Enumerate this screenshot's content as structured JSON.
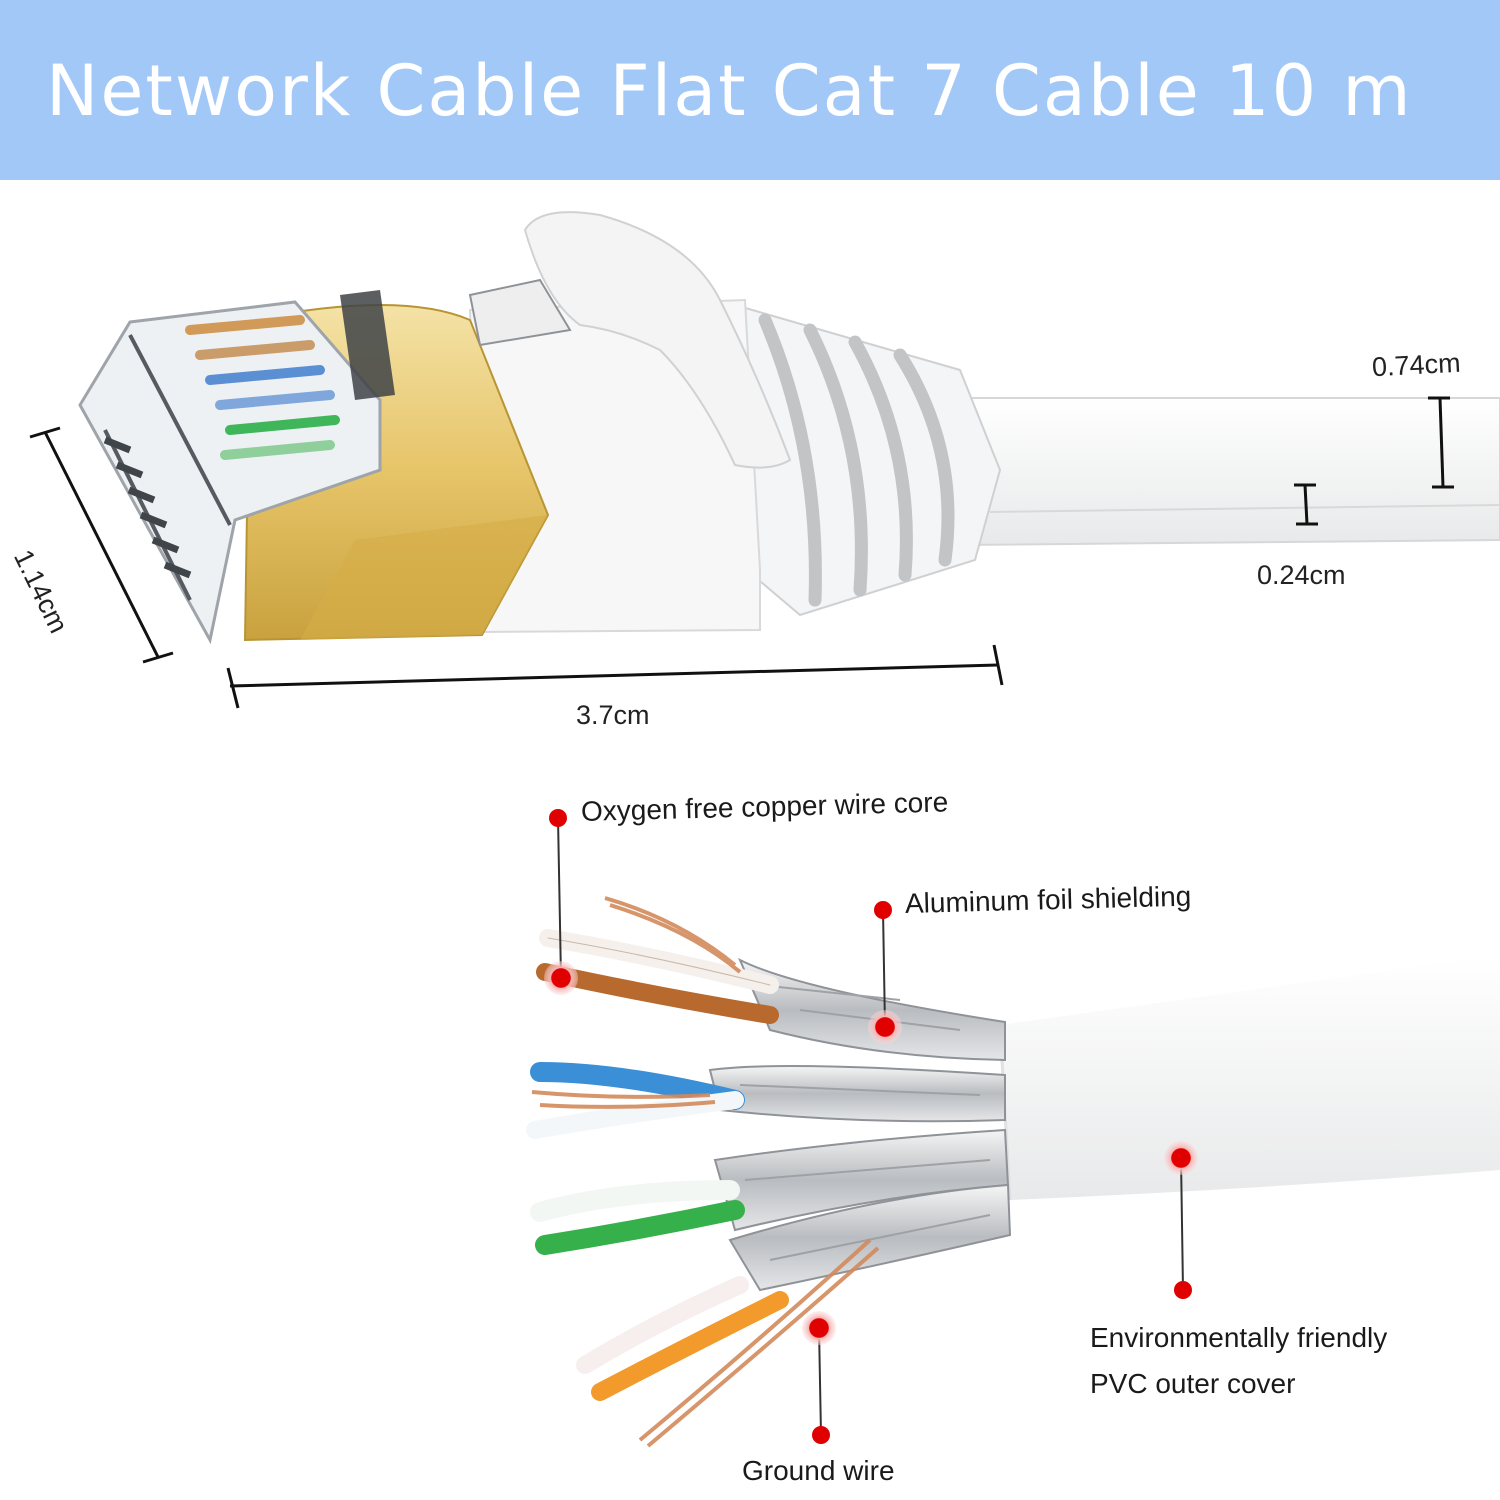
{
  "header": {
    "title": "Network Cable Flat Cat 7 Cable 10 m",
    "background": "#a2c8f7"
  },
  "dimensions": {
    "height": "0.74cm",
    "thickness": "0.24cm",
    "width": "1.14cm",
    "length": "3.7cm"
  },
  "callouts": {
    "copper_core": "Oxygen free copper wire core",
    "foil_shield": "Aluminum foil shielding",
    "pvc_cover": "Environmentally friendly PVC outer cover",
    "ground_wire": "Ground wire"
  },
  "colors": {
    "callout_dot": "#e00000",
    "gold_shield": "#e2c064",
    "wire_brown": "#b8692e",
    "wire_blue": "#3a8fd6",
    "wire_green": "#35b04a",
    "wire_orange": "#f39a2c"
  }
}
